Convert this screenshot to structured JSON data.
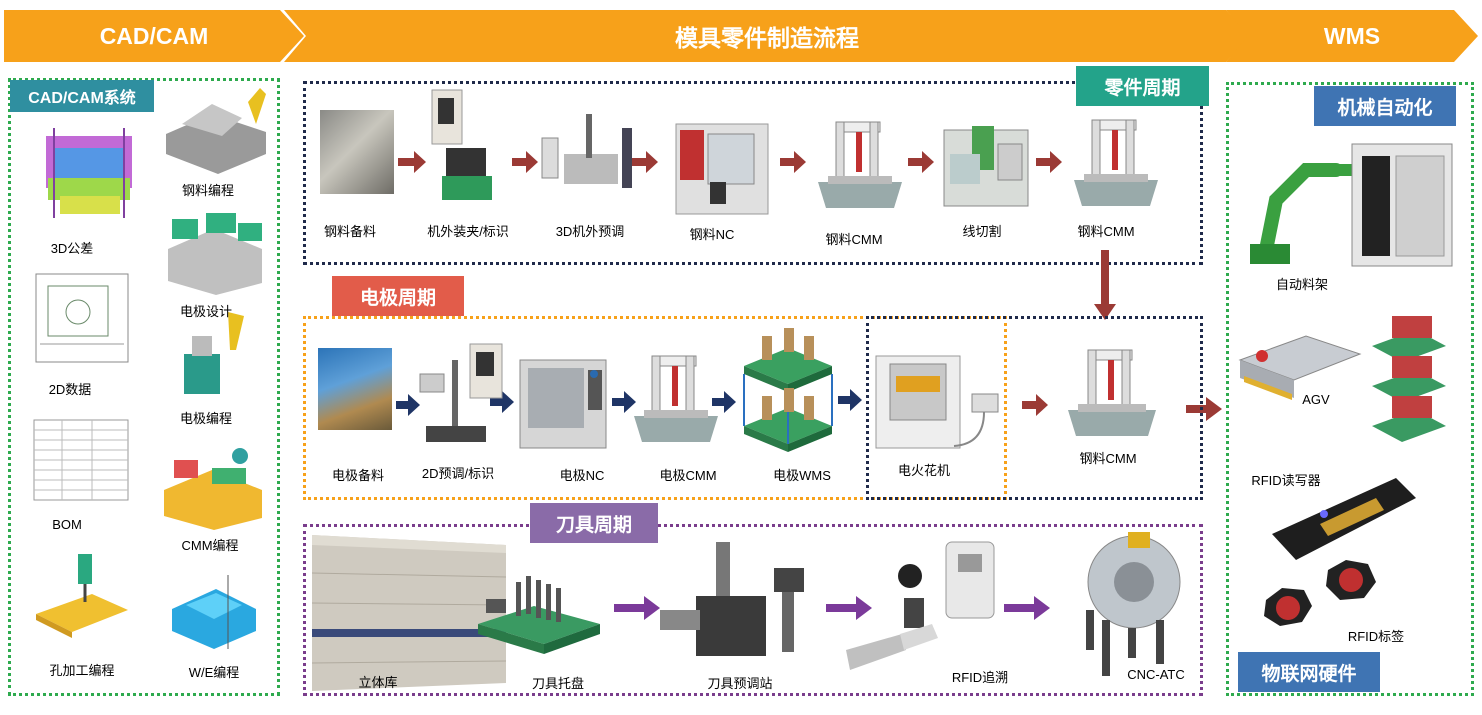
{
  "header": {
    "cadcam": "CAD/CAM",
    "flow": "模具零件制造流程",
    "wms": "WMS"
  },
  "left_panel": {
    "title": "CAD/CAM系统",
    "items": [
      "3D公差",
      "钢料编程",
      "2D数据",
      "电极设计",
      "电极编程",
      "BOM",
      "CMM编程",
      "孔加工编程",
      "W/E编程"
    ]
  },
  "part_cycle": {
    "title": "零件周期",
    "steps": [
      "钢料备料",
      "机外装夹/标识",
      "3D机外预调",
      "钢料NC",
      "钢料CMM",
      "线切割",
      "钢料CMM"
    ]
  },
  "electrode_cycle": {
    "title": "电极周期",
    "steps": [
      "电极备料",
      "2D预调/标识",
      "电极NC",
      "电极CMM",
      "电极WMS",
      "电火花机",
      "钢料CMM"
    ]
  },
  "tool_cycle": {
    "title": "刀具周期",
    "steps": [
      "立体库",
      "刀具托盘",
      "刀具预调站",
      "RFID追溯",
      "CNC-ATC"
    ]
  },
  "right_panel": {
    "title_top": "机械自动化",
    "title_bottom": "物联网硬件",
    "items": [
      "自动料架",
      "AGV",
      "RFID读写器",
      "RFID标签"
    ]
  },
  "colors": {
    "orange": "#F7A11A",
    "green_dotted": "#2EAA4E",
    "navy_dotted": "#1F2A4A",
    "purple_dotted": "#7A3D8C",
    "part_tag": "#23A38A",
    "electrode_tag": "#E25C4A",
    "tool_tag": "#8A6BA8",
    "blue_tag": "#3F74B3",
    "teal_tag": "#2F8FA0",
    "red_arrow": "#9B3A35",
    "navy_arrow": "#1F3566",
    "purple_arrow": "#7B3A9A"
  }
}
